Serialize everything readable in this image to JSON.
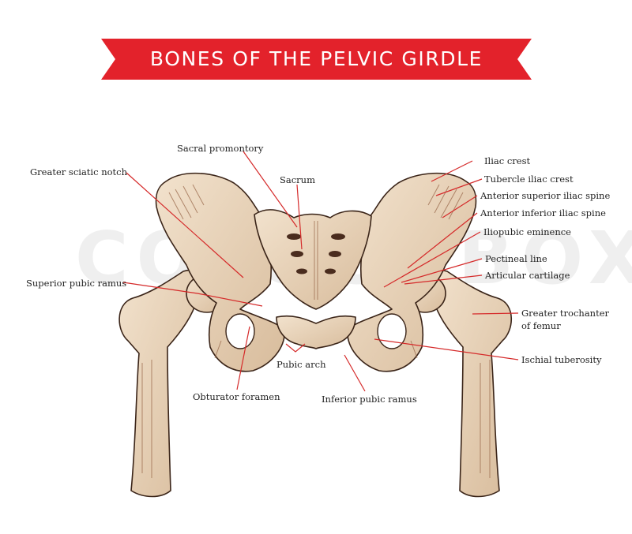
{
  "title": "BONES OF THE PELVIC GIRDLE",
  "watermark": "COLOURBOX",
  "colors": {
    "banner": "#e3222b",
    "leader_lines": "#d52a2a",
    "bone_fill": "#e3cbb0",
    "bone_shadow": "#9a6a4c",
    "bone_outline": "#3a2418"
  },
  "labels": {
    "sacral_promontory": "Sacral promontory",
    "sacrum": "Sacrum",
    "greater_sciatic_notch": "Greater sciatic notch",
    "superior_pubic_ramus": "Superior pubic ramus",
    "obturator_foramen": "Obturator foramen",
    "pubic_arch": "Pubic arch",
    "inferior_pubic_ramus": "Inferior pubic ramus",
    "iliac_crest": "Iliac crest",
    "tubercle_iliac_crest": "Tubercle iliac crest",
    "anterior_superior_iliac_spine": "Anterior superior iliac spine",
    "anterior_inferior_iliac_spine": "Anterior inferior iliac spine",
    "iliopubic_eminence": "Iliopubic eminence",
    "pectineal_line": "Pectineal line",
    "articular_cartilage": "Articular cartilage",
    "greater_trochanter_line1": "Greater trochanter",
    "greater_trochanter_line2": "of femur",
    "ischial_tuberosity": "Ischial tuberosity"
  }
}
